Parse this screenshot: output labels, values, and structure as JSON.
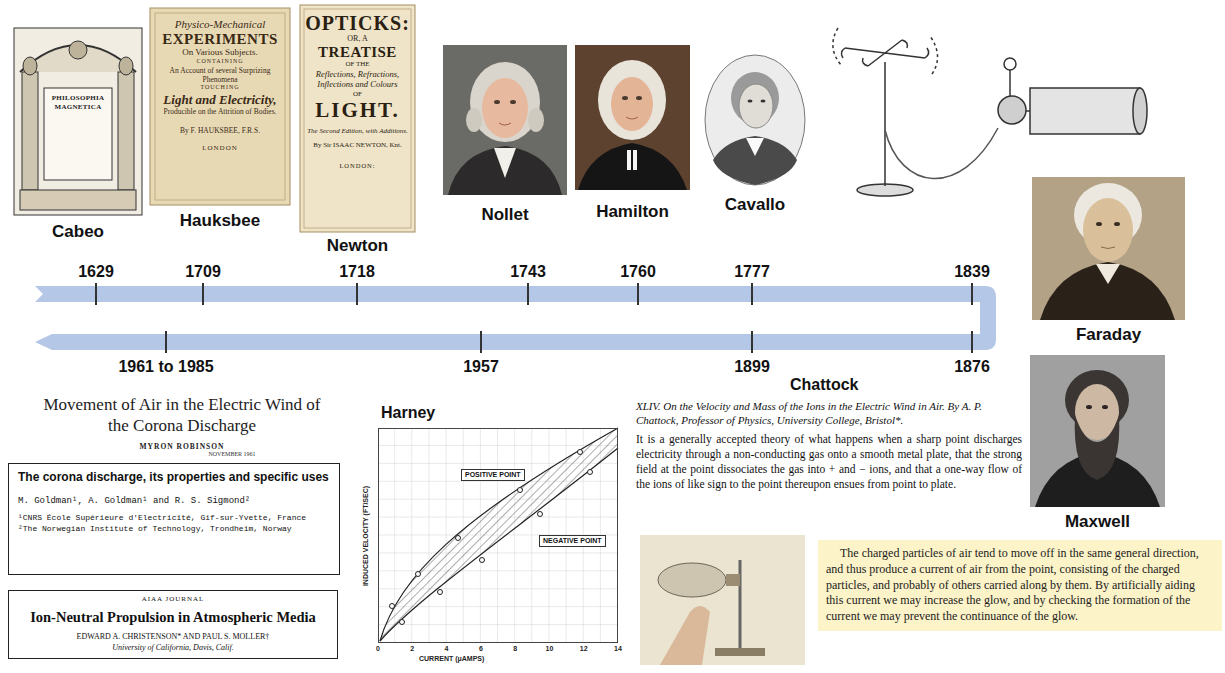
{
  "diagram": {
    "nodes": [
      {
        "text": [
          "PHILOSOPHIA MAGNETICA",
          "Cabeo"
        ]
      },
      {
        "text": [
          "Physico-Mechanical",
          "EXPERIMENTS",
          "On Various Subjects.",
          "CONTAINING",
          "An Account of several Surprizing Phenomena",
          "TOUCHING",
          "Light and Electricity,",
          "Producible on the Attrition of Bodies.",
          "By F. HAUKSBEE, F.R.S.",
          "LONDON",
          "Hauksbee"
        ]
      },
      {
        "text": [
          "OPTICKS:",
          "OR, A",
          "TREATISE",
          "OF THE",
          "Reflections, Refractions, Inflections and Colours",
          "OF",
          "LIGHT.",
          "The Second Edition, with Additions.",
          "By Sir ISAAC NEWTON, Knt.",
          "LONDON:",
          "Newton"
        ]
      },
      {
        "text": [
          "Nollet"
        ]
      },
      {
        "text": [
          "Hamilton"
        ]
      },
      {
        "text": [
          "Cavallo"
        ]
      },
      {
        "text": [
          "Faraday"
        ]
      },
      {
        "text": [
          "Maxwell"
        ]
      },
      {
        "text": [
          "The corona discharge, its properties and specific uses",
          "M. Goldman¹, A. Goldman¹ and R. S. Sigmond²",
          "¹CNRS École Supérieure d'Electricité, Gif-sur-Yvette, France",
          "²The Norwegian Institute of Technology, Trondheim, Norway"
        ]
      },
      {
        "text": [
          "AIAA JOURNAL",
          "Ion-Neutral Propulsion in Atmospheric Media",
          "EDWARD A. CHRISTENSON* AND PAUL S. MOLLER†",
          "University of California, Davis, Calif."
        ]
      },
      {
        "text": [
          "Harney",
          "INDUCED VELOCITY (FT/SEC)",
          "POSITIVE POINT",
          "NEGATIVE POINT",
          "CURRENT (μAMPS)"
        ]
      },
      {
        "text": [
          "The charged particles of air tend to move off in the same general direction, and thus produce a current of air from the point, consisting of the charged particles, and probably of others carried along by them. By artificially aiding this current we may increase the glow, and by checking the formation of the current we may prevent the continuance of the glow."
        ]
      }
    ],
    "labels": [
      "1629",
      "1709",
      "1718",
      "1743",
      "1760",
      "1777",
      "1839",
      "1961 to 1985",
      "1957",
      "1899",
      "1876",
      "Chattock",
      "Movement of Air in the Electric Wind of the Corona Discharge",
      "MYRON ROBINSON",
      "NOVEMBER 1961",
      "XLIV. On the Velocity and Mass of the Ions in the Electric Wind in Air. By A. P. Chattock, Professor of Physics, University College, Bristol*.",
      "It is a generally accepted theory of what happens when a sharp point discharges electricity through a non-conducting gas onto a smooth metal plate, that the strong field at the point dissociates the gas into + and − ions, and that a one-way flow of the ions of like sign to the point thereupon ensues from point to plate.",
      "0",
      "2",
      "4",
      "6",
      "8",
      "10",
      "12",
      "14"
    ]
  }
}
